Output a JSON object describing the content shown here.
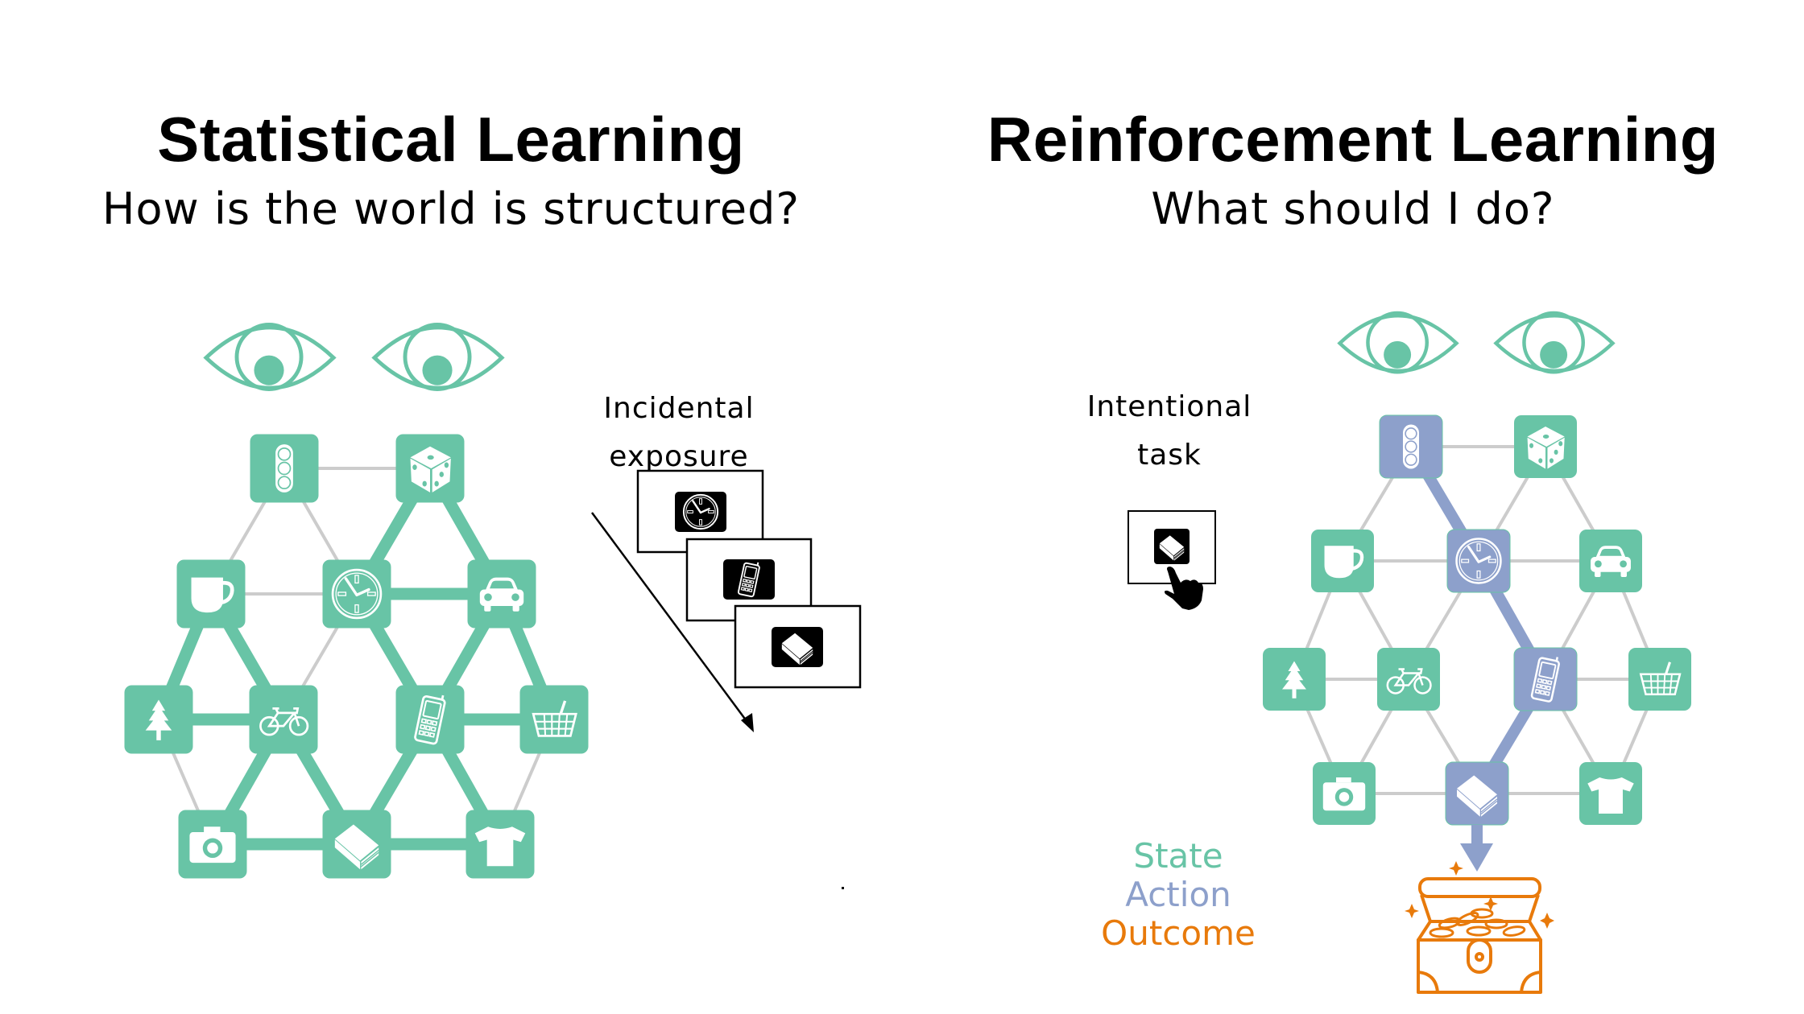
{
  "colors": {
    "state": "#68C4A6",
    "action": "#8DA0CB",
    "outcome": "#E87A0B",
    "edge_inactive": "#CCCCCC",
    "ink": "#000000"
  },
  "left_panel": {
    "title": "Statistical Learning",
    "subtitle": "How is the world is structured?",
    "caption_line1": "Incidental",
    "caption_line2": "exposure",
    "sequence_icons": [
      "clock-icon",
      "phone-icon",
      "book-icon"
    ]
  },
  "right_panel": {
    "title": "Reinforcement Learning",
    "subtitle": "What should I do?",
    "caption_line1": "Intentional",
    "caption_line2": "task",
    "task_icon": "book-icon",
    "legend": {
      "state": "State",
      "action": "Action",
      "outcome": "Outcome"
    }
  },
  "graph": {
    "nodes": [
      {
        "id": "traffic",
        "icon": "traffic-light-icon"
      },
      {
        "id": "dice",
        "icon": "dice-icon"
      },
      {
        "id": "cup",
        "icon": "cup-icon"
      },
      {
        "id": "clock",
        "icon": "clock-icon"
      },
      {
        "id": "car",
        "icon": "car-icon"
      },
      {
        "id": "tree",
        "icon": "tree-icon"
      },
      {
        "id": "bike",
        "icon": "bicycle-icon"
      },
      {
        "id": "phone",
        "icon": "phone-icon"
      },
      {
        "id": "basket",
        "icon": "basket-icon"
      },
      {
        "id": "camera",
        "icon": "camera-icon"
      },
      {
        "id": "book",
        "icon": "book-icon"
      },
      {
        "id": "shirt",
        "icon": "shirt-icon"
      }
    ],
    "edges": [
      [
        "traffic",
        "dice"
      ],
      [
        "traffic",
        "cup"
      ],
      [
        "traffic",
        "clock"
      ],
      [
        "dice",
        "clock"
      ],
      [
        "dice",
        "car"
      ],
      [
        "cup",
        "clock"
      ],
      [
        "clock",
        "car"
      ],
      [
        "cup",
        "tree"
      ],
      [
        "cup",
        "bike"
      ],
      [
        "clock",
        "bike"
      ],
      [
        "clock",
        "phone"
      ],
      [
        "car",
        "phone"
      ],
      [
        "car",
        "basket"
      ],
      [
        "tree",
        "bike"
      ],
      [
        "phone",
        "basket"
      ],
      [
        "tree",
        "camera"
      ],
      [
        "bike",
        "camera"
      ],
      [
        "bike",
        "book"
      ],
      [
        "phone",
        "book"
      ],
      [
        "phone",
        "shirt"
      ],
      [
        "basket",
        "shirt"
      ],
      [
        "camera",
        "book"
      ],
      [
        "book",
        "shirt"
      ]
    ],
    "left_strong_edges": [
      [
        "dice",
        "clock"
      ],
      [
        "dice",
        "car"
      ],
      [
        "clock",
        "car"
      ],
      [
        "cup",
        "tree"
      ],
      [
        "cup",
        "bike"
      ],
      [
        "tree",
        "bike"
      ],
      [
        "clock",
        "phone"
      ],
      [
        "car",
        "phone"
      ],
      [
        "car",
        "basket"
      ],
      [
        "phone",
        "basket"
      ],
      [
        "bike",
        "camera"
      ],
      [
        "bike",
        "book"
      ],
      [
        "phone",
        "book"
      ],
      [
        "phone",
        "shirt"
      ],
      [
        "camera",
        "book"
      ],
      [
        "book",
        "shirt"
      ]
    ],
    "right_action_path": [
      "traffic",
      "clock",
      "phone",
      "book"
    ],
    "right_outcome": "treasure-chest"
  }
}
